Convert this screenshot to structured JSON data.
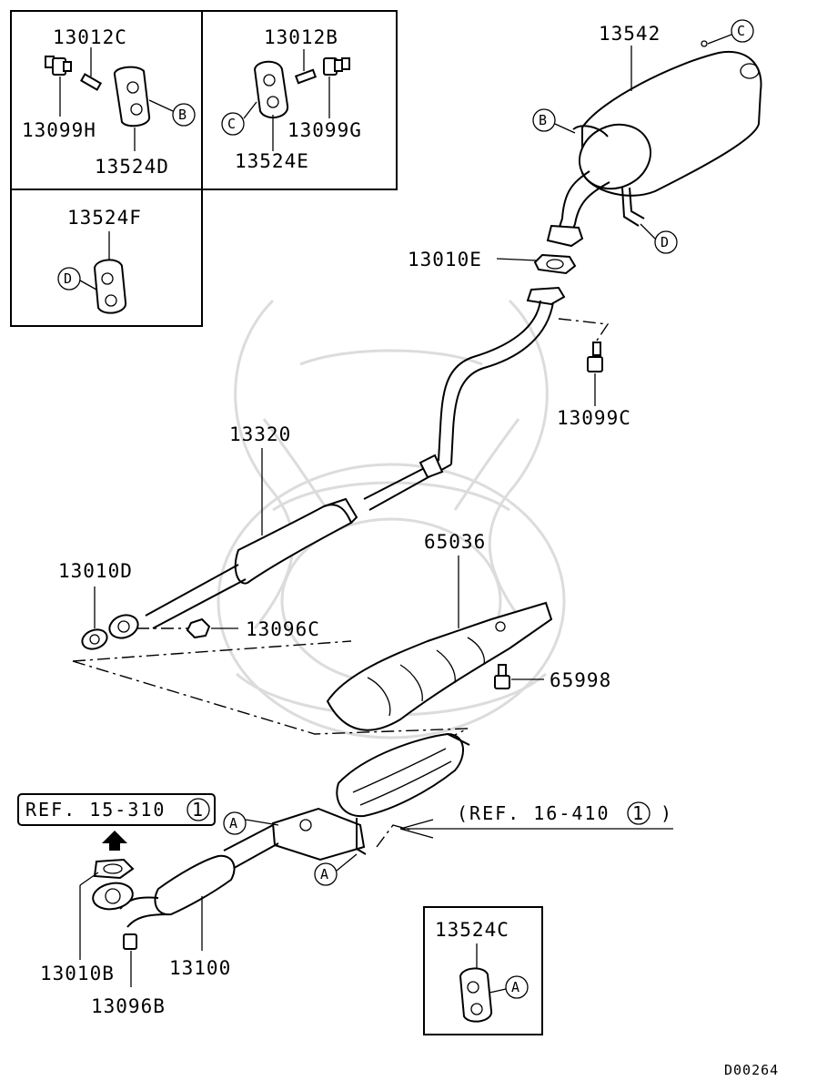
{
  "labels": {
    "p13012C": "13012C",
    "p13099H": "13099H",
    "p13524D": "13524D",
    "p13012B": "13012B",
    "p13099G": "13099G",
    "p13524E": "13524E",
    "p13524F": "13524F",
    "p13542": "13542",
    "p13010E": "13010E",
    "p13099C": "13099C",
    "p13320": "13320",
    "p13010D": "13010D",
    "p13096C": "13096C",
    "p65036": "65036",
    "p65998": "65998",
    "p13010B": "13010B",
    "p13096B": "13096B",
    "p13100": "13100",
    "p13524C": "13524C"
  },
  "references": {
    "ref1": "REF. 15-310",
    "ref1_num": "1",
    "ref2": "(REF. 16-410",
    "ref2_num": "1",
    "ref2_close": ")"
  },
  "callouts": {
    "A": "A",
    "B": "B",
    "C": "C",
    "D": "D"
  },
  "diagram_code": "D00264"
}
